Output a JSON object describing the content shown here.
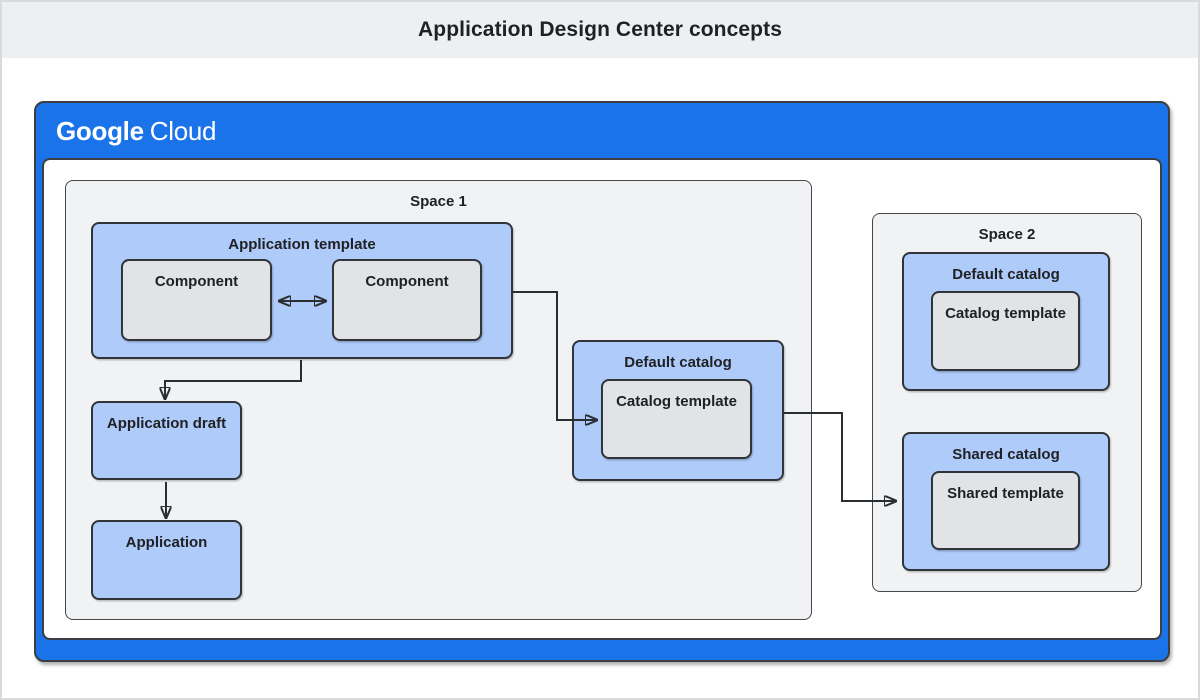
{
  "page": {
    "title": "Application Design Center concepts"
  },
  "brand": {
    "name_part1": "Google",
    "name_part2": "Cloud"
  },
  "spaces": {
    "space1": {
      "label": "Space 1",
      "application_template": {
        "label": "Application template",
        "components": [
          {
            "label": "Component"
          },
          {
            "label": "Component"
          }
        ]
      },
      "application_draft": {
        "label": "Application draft"
      },
      "application": {
        "label": "Application"
      },
      "default_catalog": {
        "label": "Default catalog",
        "catalog_template": {
          "label": "Catalog template"
        }
      }
    },
    "space2": {
      "label": "Space 2",
      "default_catalog": {
        "label": "Default catalog",
        "catalog_template": {
          "label": "Catalog template"
        }
      },
      "shared_catalog": {
        "label": "Shared catalog",
        "shared_template": {
          "label": "Shared template"
        }
      }
    }
  },
  "colors": {
    "google_blue": "#1a73e8",
    "node_blue": "#aecbfa",
    "node_gray": "#e1e3e6",
    "space_gray": "#f0f2f3",
    "outline_dark": "#313439",
    "header_gray": "#edeff1",
    "text": "#202124"
  }
}
